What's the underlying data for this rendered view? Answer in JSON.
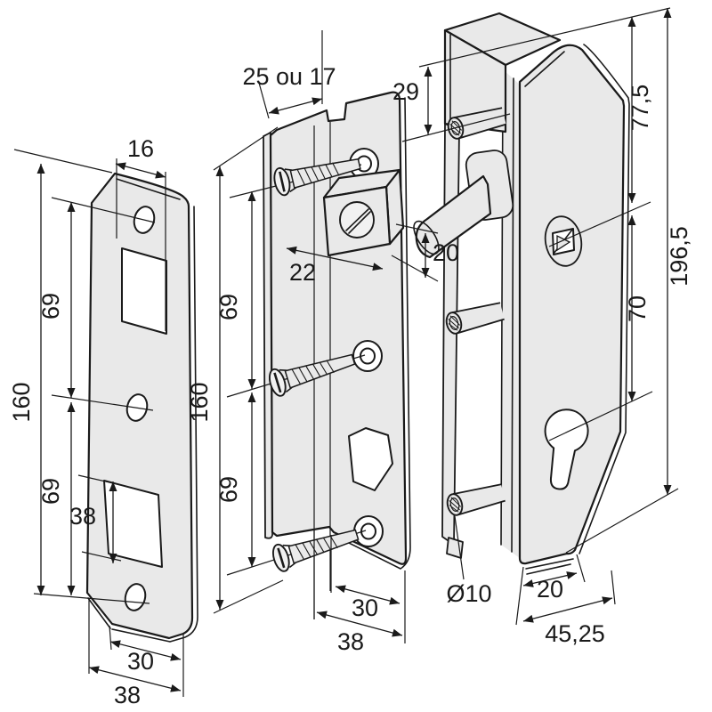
{
  "drawing": {
    "background": "#ffffff",
    "line_color": "#1a1a1a",
    "metal_fill": "#e9e9e9",
    "strike_plate": {
      "dim_slot_width": "16",
      "dim_overall": "160",
      "dim_upper": "69",
      "dim_lower": "69",
      "dim_cutout": "38",
      "dim_width_face": "30",
      "dim_width_total": "38"
    },
    "inner_plate": {
      "dim_backset": "25 ou 17",
      "dim_overall": "160",
      "dim_upper": "69",
      "dim_lower": "69",
      "dim_follower_width": "22",
      "dim_follower_height": "20",
      "dim_width_face": "30",
      "dim_width_total": "38"
    },
    "outer_plate": {
      "dim_top_offset": "29",
      "dim_upper": "77,5",
      "dim_mid": "70",
      "dim_overall": "196,5",
      "dim_post_diameter": "Ø10",
      "dim_bottom_flat": "20",
      "dim_width_total": "45,25"
    }
  }
}
